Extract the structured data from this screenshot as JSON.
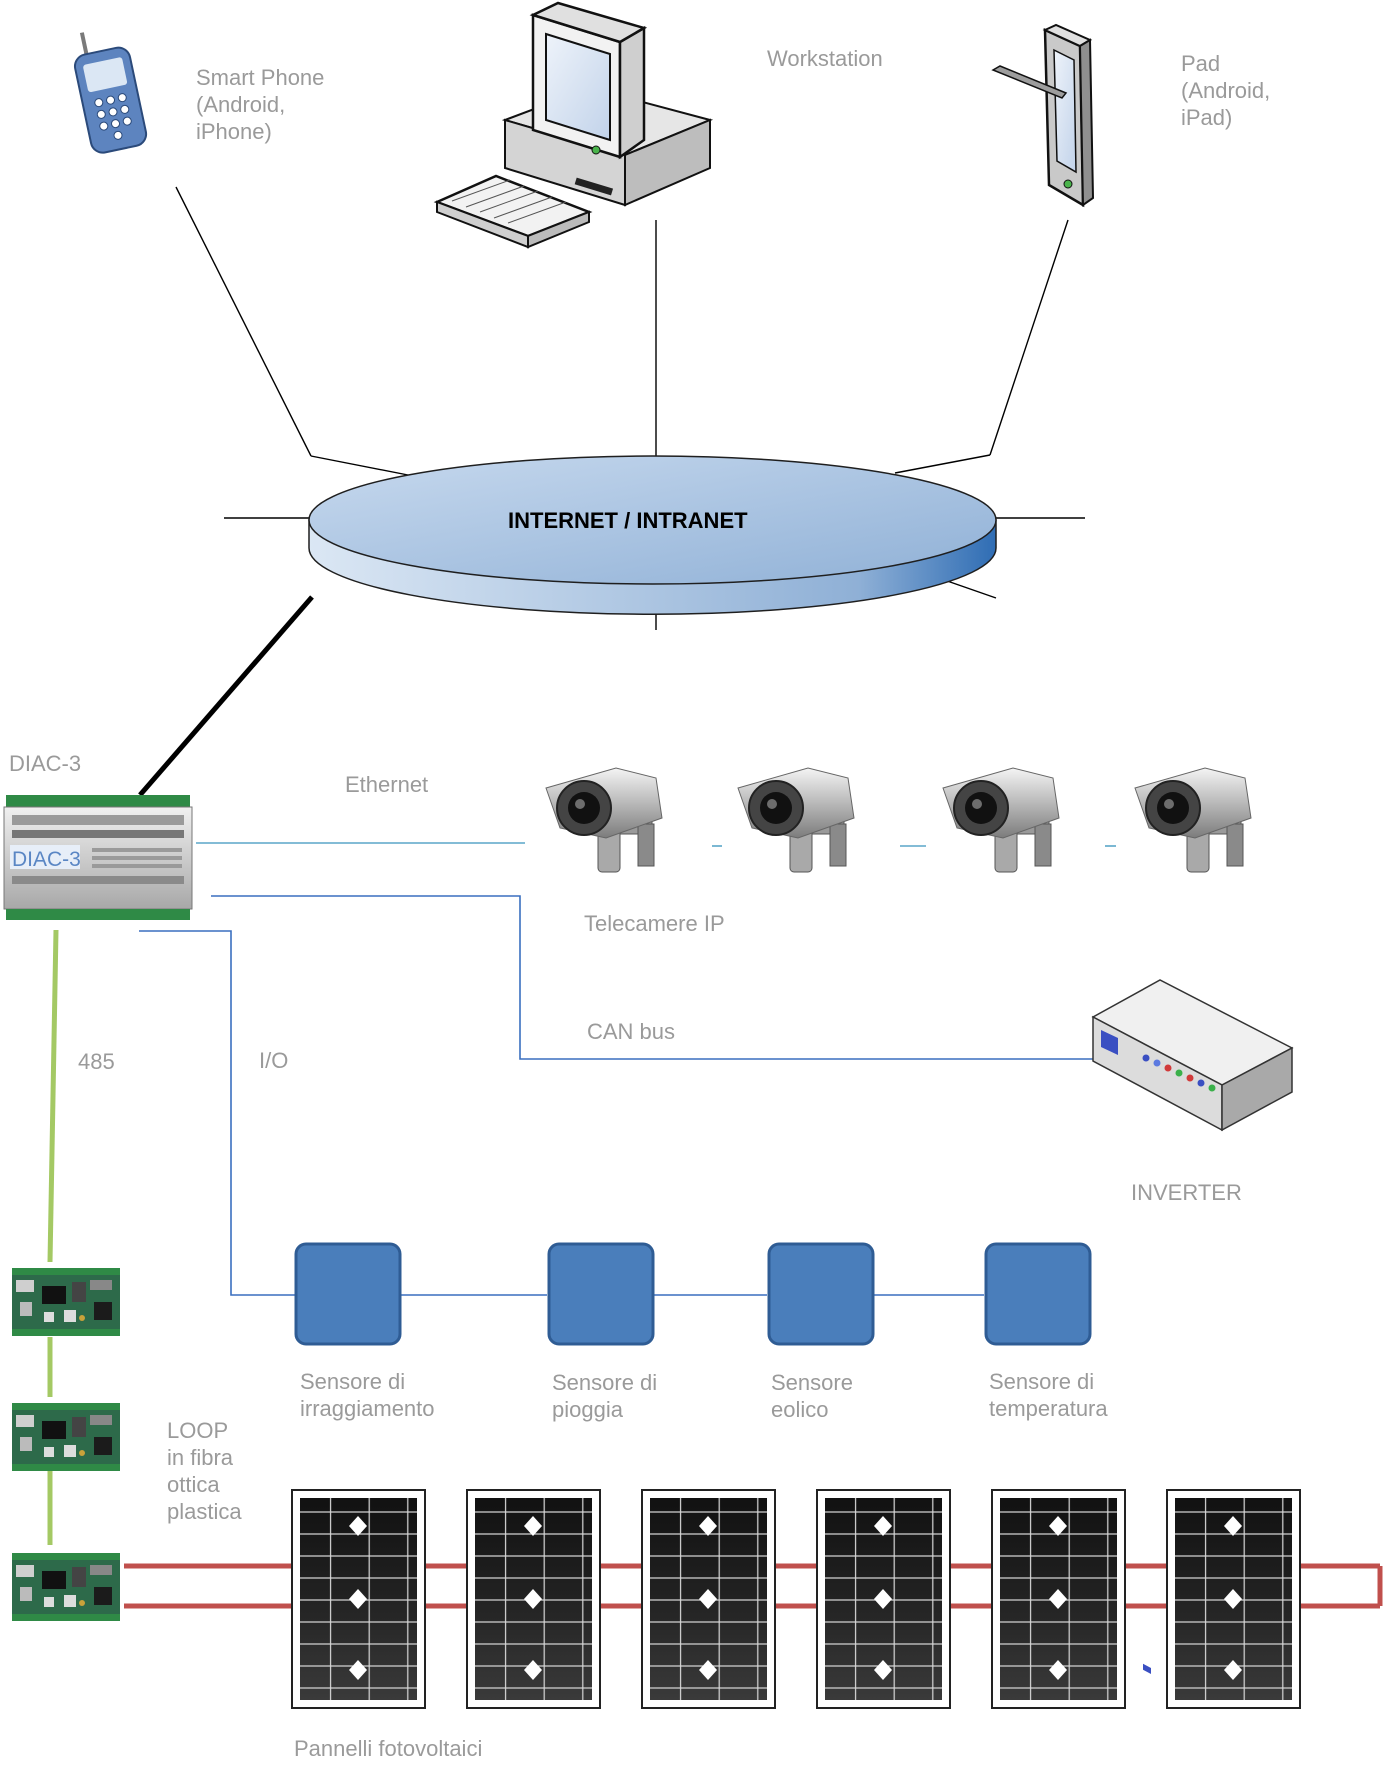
{
  "network": {
    "title": "INTERNET / INTRANET"
  },
  "devices": {
    "smartphone": {
      "lines": [
        "Smart Phone",
        "(Android,",
        "iPhone)"
      ]
    },
    "workstation": {
      "label": "Workstation"
    },
    "pad": {
      "lines": [
        "Pad",
        "(Android,",
        "iPad)"
      ]
    }
  },
  "controller": {
    "label": "DIAC-3",
    "device_text": "DIAC-3"
  },
  "connections": {
    "ethernet": "Ethernet",
    "canbus": "CAN bus",
    "io": "I/O",
    "rs485": "485",
    "loop": [
      "LOOP",
      "in fibra",
      "ottica",
      "plastica"
    ]
  },
  "cameras": {
    "label": "Telecamere IP",
    "count": 4
  },
  "inverter": {
    "label": "INVERTER"
  },
  "sensors": [
    {
      "lines": [
        "Sensore di",
        "irraggiamento"
      ]
    },
    {
      "lines": [
        "Sensore di",
        "pioggia"
      ]
    },
    {
      "lines": [
        "Sensore",
        "eolico"
      ]
    },
    {
      "lines": [
        "Sensore di",
        "temperatura"
      ]
    }
  ],
  "panels": {
    "label": "Pannelli fotovoltaici",
    "count": 6
  },
  "colors": {
    "ethernet_line": "#5aa6c8",
    "canbus_line": "#3a6fbf",
    "rs485_line": "#a4c964",
    "loop_line": "#c0504d",
    "sensor_fill": "#4a7ebb",
    "sensor_border": "#2f5c94",
    "network_fill": "#9cb9da",
    "label_text": "#9a9a9a"
  }
}
